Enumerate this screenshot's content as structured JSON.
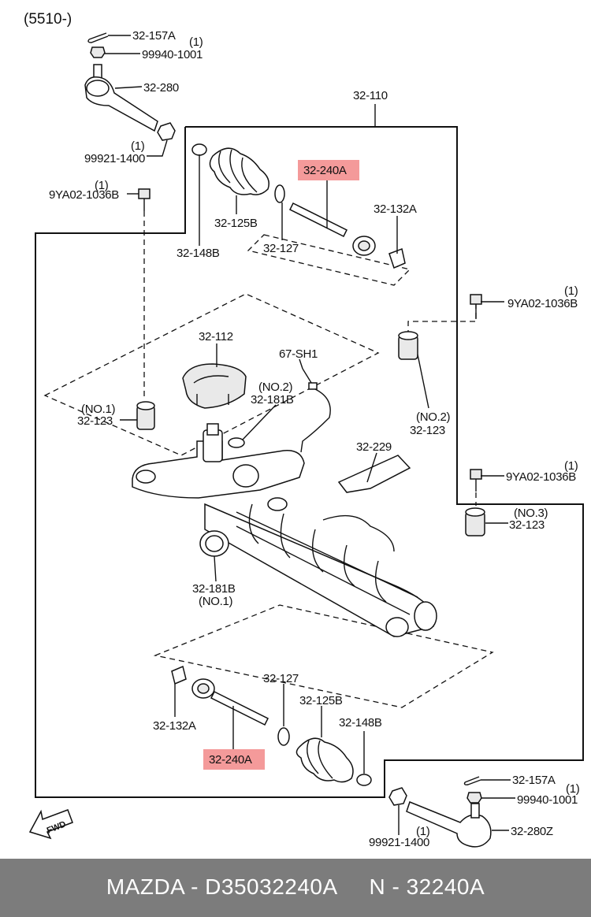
{
  "header": {
    "code": "(5510-)"
  },
  "labels": {
    "l_32_157A_top": "32-157A",
    "l_1_top_a": "(1)",
    "l_99940_1001_top": "99940-1001",
    "l_32_280": "32-280",
    "l_32_110": "32-110",
    "l_1_top_b": "(1)",
    "l_99921_1400_top": "99921-1400",
    "l_1_top_c": "(1)",
    "l_9YA02_1036B_top": "9YA02-1036B",
    "l_32_240A_top": "32-240A",
    "l_32_132A_top": "32-132A",
    "l_32_125B_top": "32-125B",
    "l_32_148B_top": "32-148B",
    "l_32_127_top": "32-127",
    "l_1_right_a": "(1)",
    "l_9YA02_1036B_right_a": "9YA02-1036B",
    "l_32_112": "32-112",
    "l_67_SH1": "67-SH1",
    "l_no2_a": "(NO.2)",
    "l_32_181B_top": "32-181B",
    "l_no1_a": "(NO.1)",
    "l_32_123_left": "32-123",
    "l_no2_b": "(NO.2)",
    "l_32_123_no2": "32-123",
    "l_32_229": "32-229",
    "l_1_right_b": "(1)",
    "l_9YA02_1036B_right_b": "9YA02-1036B",
    "l_no3": "(NO.3)",
    "l_32_123_no3": "32-123",
    "l_32_181B_bottom": "32-181B",
    "l_no1_b": "(NO.1)",
    "l_32_127_bottom": "32-127",
    "l_32_125B_bottom": "32-125B",
    "l_32_132A_bottom": "32-132A",
    "l_32_148B_bottom": "32-148B",
    "l_32_240A_bottom": "32-240A",
    "l_32_157A_bottom": "32-157A",
    "l_1_bottom_a": "(1)",
    "l_99940_1001_bottom": "99940-1001",
    "l_32_280Z": "32-280Z",
    "l_1_bottom_b": "(1)",
    "l_99921_1400_bottom": "99921-1400",
    "l_fwd": "FWD"
  },
  "highlight_color": "#f49a9a",
  "footer": {
    "text": "MAZDA - D35032240A     N - 32240A"
  }
}
